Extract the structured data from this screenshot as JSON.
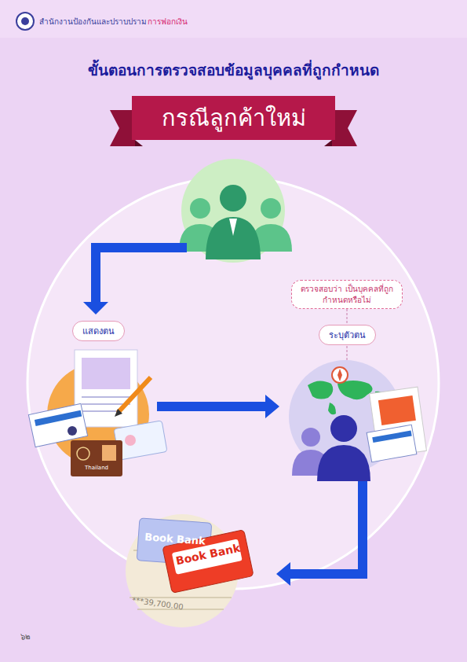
{
  "diagram": {
    "title": "ขั้นตอนการตรวจสอบข้อมูลบุคคลที่ถูกกำหนด",
    "nodes": [
      {
        "text": [
          "กรณีลูกค้าใหม่"
        ]
      },
      {
        "text": [
          "แสดงตน"
        ]
      },
      {
        "text": [
          "ระบุตัวตน"
        ]
      },
      {
        "text": [
          "ตรวจสอบว่า เป็นบุคคลที่ถูกกำหนดหรือไม่"
        ]
      }
    ],
    "edges": [
      {
        "from": 3,
        "to": 2,
        "arrow": "none"
      }
    ],
    "labels": [
      "สำนักงานป้องกันและปราบปราม",
      "การฟอกเงิน",
      "Thailand",
      "Book Bank",
      "Book Bank",
      "***39,700.00",
      "๖๒"
    ]
  }
}
